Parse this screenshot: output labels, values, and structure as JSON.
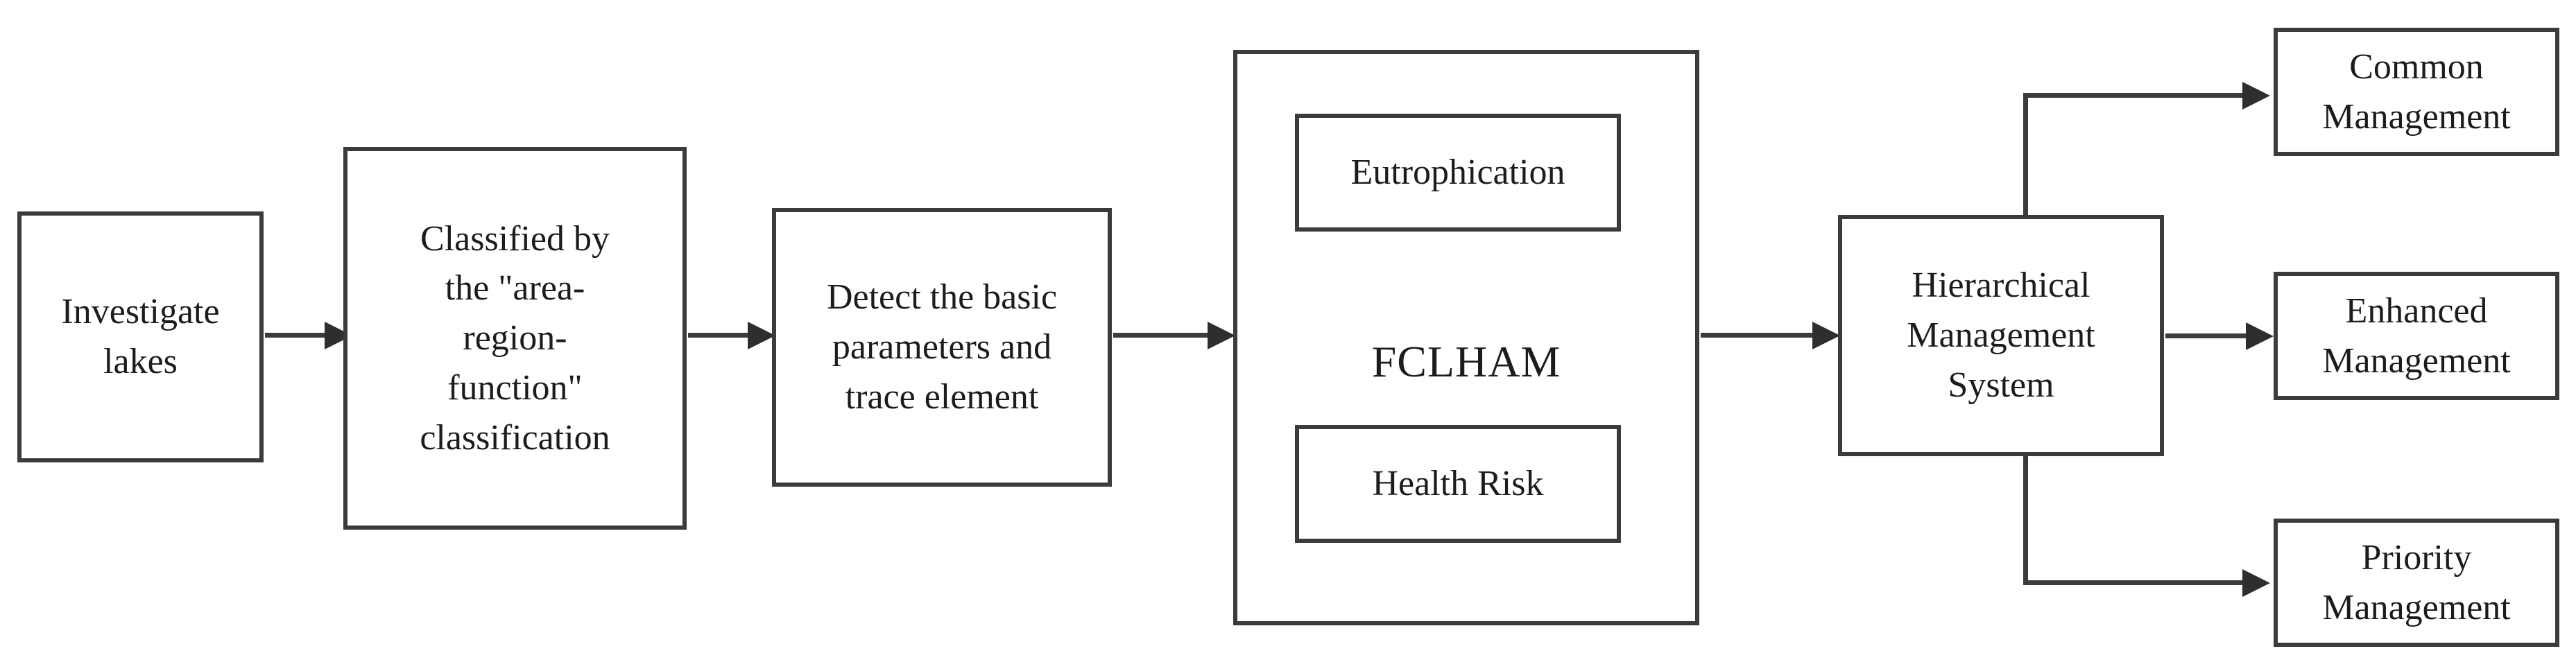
{
  "diagram": {
    "title": "Lake investigation and hierarchical management flowchart",
    "style": {
      "background": "#ffffff",
      "border_color": "#3b3b3b",
      "text_color": "#1c1c1c",
      "arrow_color": "#2e2e2e"
    },
    "nodes": {
      "investigate": {
        "label": "Investigate\nlakes"
      },
      "classified": {
        "label": "Classified by\nthe \"area-\nregion-\nfunction\"\nclassification"
      },
      "detect": {
        "label": "Detect the basic\nparameters and\ntrace element"
      },
      "fclham": {
        "label": "FCLHAM"
      },
      "eutrophication": {
        "label": "Eutrophication"
      },
      "health_risk": {
        "label": "Health Risk"
      },
      "hierarchical_management_system": {
        "label": "Hierarchical\nManagement\nSystem"
      },
      "common_management": {
        "label": "Common\nManagement"
      },
      "enhanced_management": {
        "label": "Enhanced\nManagement"
      },
      "priority_management": {
        "label": "Priority\nManagement"
      }
    },
    "edges": [
      {
        "from": "investigate",
        "to": "classified",
        "kind": "arrow-right"
      },
      {
        "from": "classified",
        "to": "detect",
        "kind": "arrow-right"
      },
      {
        "from": "detect",
        "to": "fclham",
        "kind": "arrow-right"
      },
      {
        "from": "fclham",
        "to": "hierarchical_management_system",
        "kind": "arrow-right"
      },
      {
        "from": "hierarchical_management_system",
        "to": "common_management",
        "kind": "elbow-up-right"
      },
      {
        "from": "hierarchical_management_system",
        "to": "enhanced_management",
        "kind": "arrow-right"
      },
      {
        "from": "hierarchical_management_system",
        "to": "priority_management",
        "kind": "elbow-down-right"
      }
    ]
  }
}
